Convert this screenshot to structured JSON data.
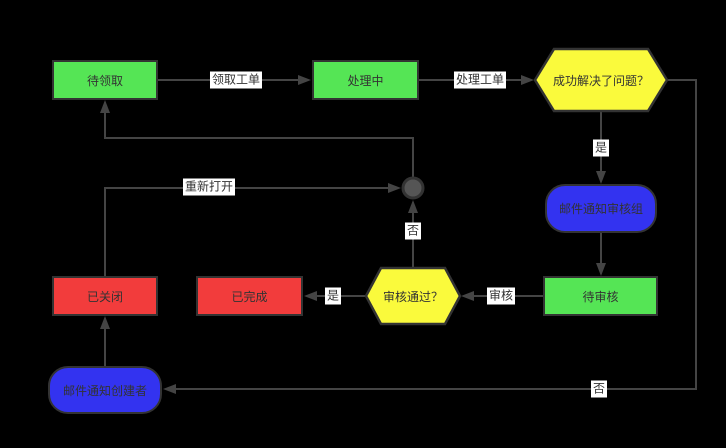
{
  "diagram": {
    "type": "flowchart",
    "background": "#000000",
    "nodes": {
      "pending_pickup": {
        "label": "待领取",
        "shape": "rectangle",
        "fill": "#55E555"
      },
      "processing": {
        "label": "处理中",
        "shape": "rectangle",
        "fill": "#55E555"
      },
      "solved_question": {
        "label": "成功解决了问题？",
        "shape": "hexagon",
        "fill": "#FAFA3C"
      },
      "notify_review_group": {
        "label": "邮件通知审核组",
        "shape": "rounded-rectangle",
        "fill": "#3333F0"
      },
      "pending_review": {
        "label": "待审核",
        "shape": "rectangle",
        "fill": "#55E555"
      },
      "review_passed_question": {
        "label": "审核通过？",
        "shape": "hexagon",
        "fill": "#FAFA3C"
      },
      "completed": {
        "label": "已完成",
        "shape": "rectangle",
        "fill": "#F23C3C"
      },
      "closed": {
        "label": "已关闭",
        "shape": "rectangle",
        "fill": "#F23C3C"
      },
      "notify_creator": {
        "label": "邮件通知创建者",
        "shape": "rounded-rectangle",
        "fill": "#3333F0"
      },
      "merge_junction": {
        "label": "",
        "shape": "circle",
        "fill": "#555555"
      }
    },
    "edges": {
      "claim_ticket": {
        "label": "领取工单",
        "from": "pending_pickup",
        "to": "processing"
      },
      "process_ticket": {
        "label": "处理工单",
        "from": "processing",
        "to": "solved_question"
      },
      "solved_yes": {
        "label": "是",
        "from": "solved_question",
        "to": "notify_review_group"
      },
      "notify_review": {
        "label": "",
        "from": "notify_review_group",
        "to": "pending_review"
      },
      "review": {
        "label": "审核",
        "from": "pending_review",
        "to": "review_passed_question"
      },
      "review_yes": {
        "label": "是",
        "from": "review_passed_question",
        "to": "completed"
      },
      "review_no": {
        "label": "否",
        "from": "review_passed_question",
        "to": "merge_junction"
      },
      "solved_no": {
        "label": "否",
        "from": "solved_question",
        "to": "notify_creator"
      },
      "notify_close": {
        "label": "",
        "from": "notify_creator",
        "to": "closed"
      },
      "reopen": {
        "label": "重新打开",
        "from": "closed",
        "to": "merge_junction"
      },
      "merge_out": {
        "label": "",
        "from": "merge_junction",
        "to": "pending_pickup"
      }
    },
    "colors": {
      "background": "#000000",
      "node_border": "#333333",
      "node_text": "#333333",
      "connector_line": "#444444",
      "edge_label_bg": "#FFFFFF",
      "edge_label_text": "#333333",
      "green_fill": "#55E555",
      "yellow_fill": "#FAFA3C",
      "blue_fill": "#3333F0",
      "red_fill": "#F23C3C",
      "junction_fill": "#555555"
    }
  }
}
